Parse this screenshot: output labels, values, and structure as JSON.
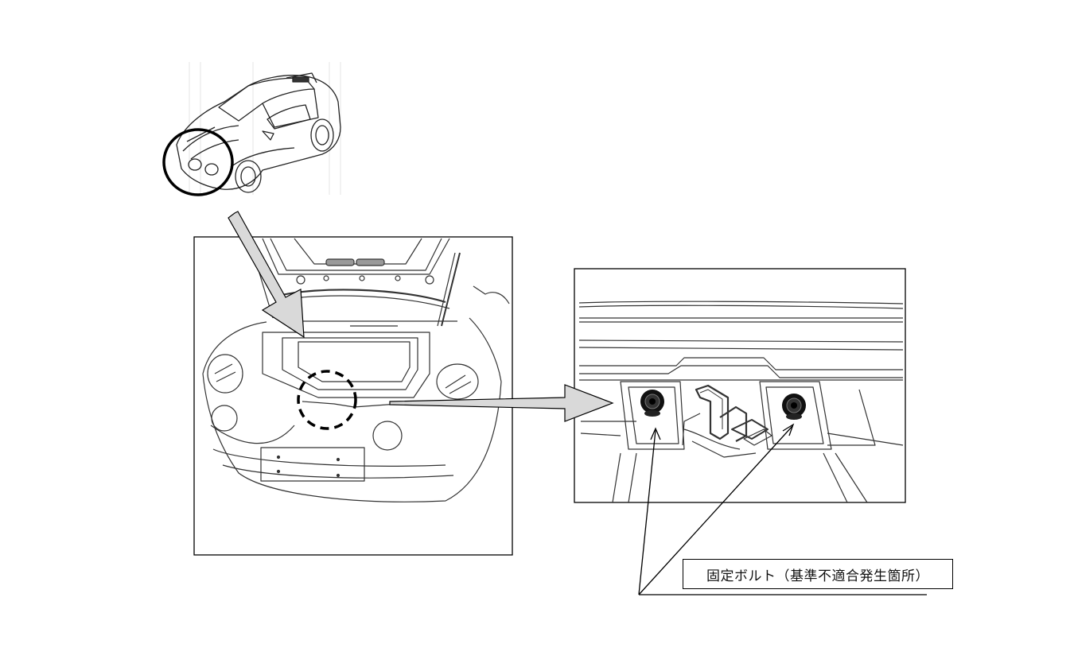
{
  "callout": {
    "label": "固定ボルト（基準不適合発生箇所）"
  },
  "colors": {
    "line": "#000000",
    "arrow_fill": "#d9d9d9",
    "background": "#ffffff",
    "bolt": "#111111"
  },
  "panels": [
    {
      "name": "overview-car",
      "description_icon": "car-isometric-icon"
    },
    {
      "name": "front-hood-open",
      "description_icon": "car-front-open-hood-icon"
    },
    {
      "name": "latch-detail",
      "description_icon": "hood-latch-icon"
    }
  ]
}
